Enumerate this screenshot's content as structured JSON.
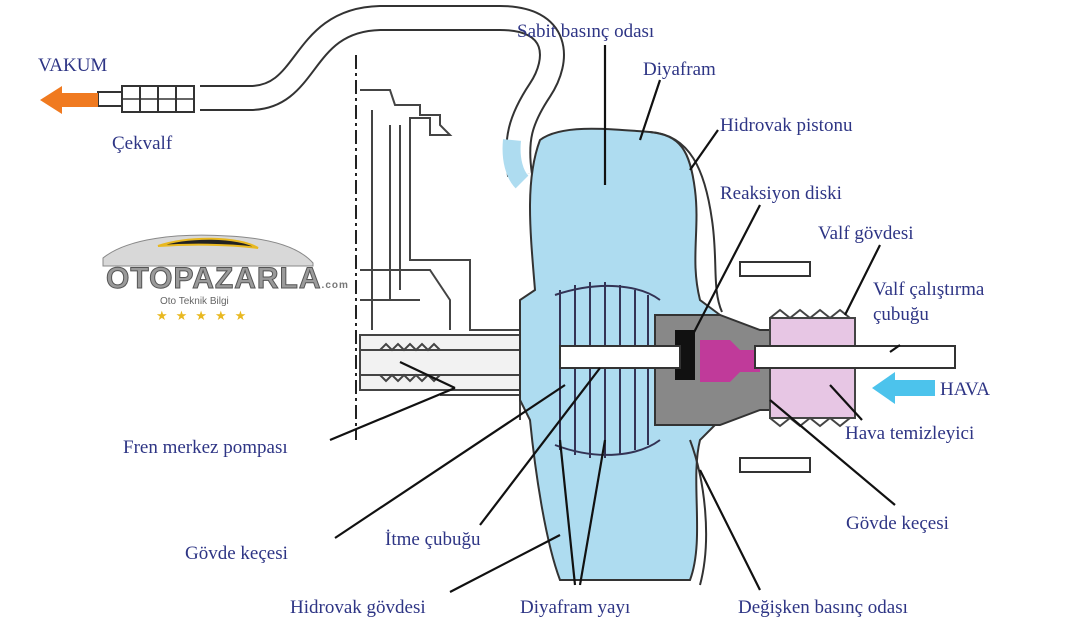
{
  "labels": {
    "vakum": "VAKUM",
    "cekvalf": "Çekvalf",
    "sabit_basinc_odasi": "Sabit basınç odası",
    "diyafram": "Diyafram",
    "hidrovak_pistonu": "Hidrovak pistonu",
    "reaksiyon_diski": "Reaksiyon diski",
    "valf_govdesi": "Valf gövdesi",
    "valf_calistirma_1": "Valf çalıştırma",
    "valf_calistirma_2": "çubuğu",
    "hava": "HAVA",
    "hava_temizleyici": "Hava temizleyici",
    "fren_merkez_pompasi": "Fren merkez pompası",
    "govde_kecesi_right": "Gövde keçesi",
    "govde_kecesi_left": "Gövde keçesi",
    "itme_cubugu": "İtme çubuğu",
    "hidrovak_govdesi": "Hidrovak gövdesi",
    "diyafram_yayi": "Diyafram yayı",
    "degisken_basinc_odasi": "Değişken basınç odası"
  },
  "logo": {
    "name": "OTOPAZARLA",
    "suffix": ".com",
    "tagline": "Oto Teknik Bilgi",
    "stars": "★★★★★"
  },
  "colors": {
    "label": "#2e3585",
    "chamber": "#aedcf0",
    "arrow_vakum": "#f07a20",
    "arrow_hava": "#4cc3ec",
    "valve": "#c03a9a"
  }
}
